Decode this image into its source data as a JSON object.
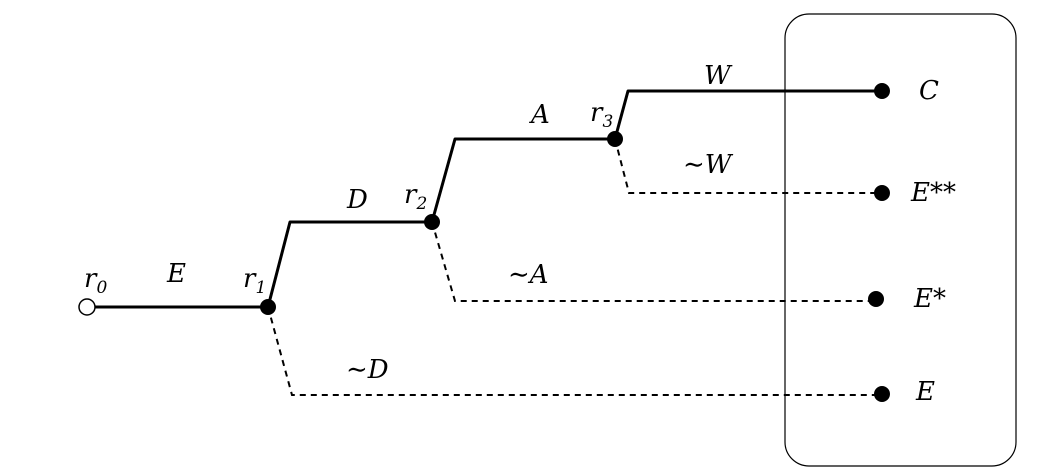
{
  "nodes": {
    "r0": {
      "letter": "r",
      "sub": "0"
    },
    "r1": {
      "letter": "r",
      "sub": "1"
    },
    "r2": {
      "letter": "r",
      "sub": "2"
    },
    "r3": {
      "letter": "r",
      "sub": "3"
    }
  },
  "edges": {
    "e_E": "E",
    "e_D": "D",
    "e_A": "A",
    "e_W": "W",
    "e_notD": "∼D",
    "e_notA": "∼A",
    "e_notW": "∼W"
  },
  "outcomes": {
    "C": "C",
    "Estarstar": "E**",
    "Estar": "E*",
    "E": "E"
  }
}
